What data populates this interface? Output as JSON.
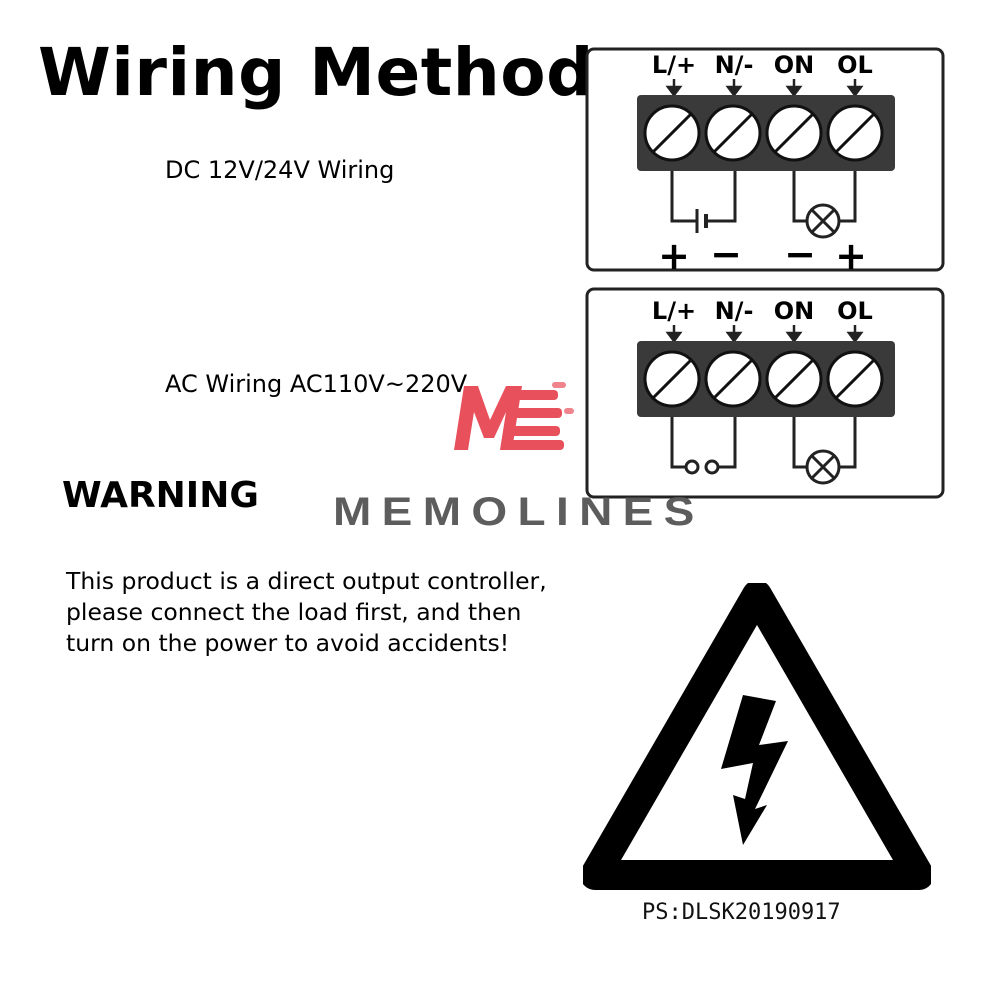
{
  "title": "Wiring Method",
  "dc": {
    "label": "DC 12V/24V Wiring",
    "terminals": [
      "L/+",
      "N/-",
      "ON",
      "OL"
    ],
    "polarity": [
      "+",
      "−",
      "−",
      "+"
    ]
  },
  "ac": {
    "label": "AC Wiring AC110V~220V",
    "terminals": [
      "L/+",
      "N/-",
      "ON",
      "OL"
    ]
  },
  "warning": {
    "heading": "WARNING",
    "lines": [
      "This product is a direct output controller,",
      "please connect the load first, and then",
      "turn on the power to avoid accidents!"
    ]
  },
  "watermark": {
    "text": "MEMOLINES",
    "color": "#e8505b"
  },
  "footer": "PS:DLSK20190917",
  "icons": [
    "high-voltage-warning-icon",
    "lamp-icon",
    "battery-icon",
    "ac-source-icon",
    "screw-terminal-icon"
  ]
}
